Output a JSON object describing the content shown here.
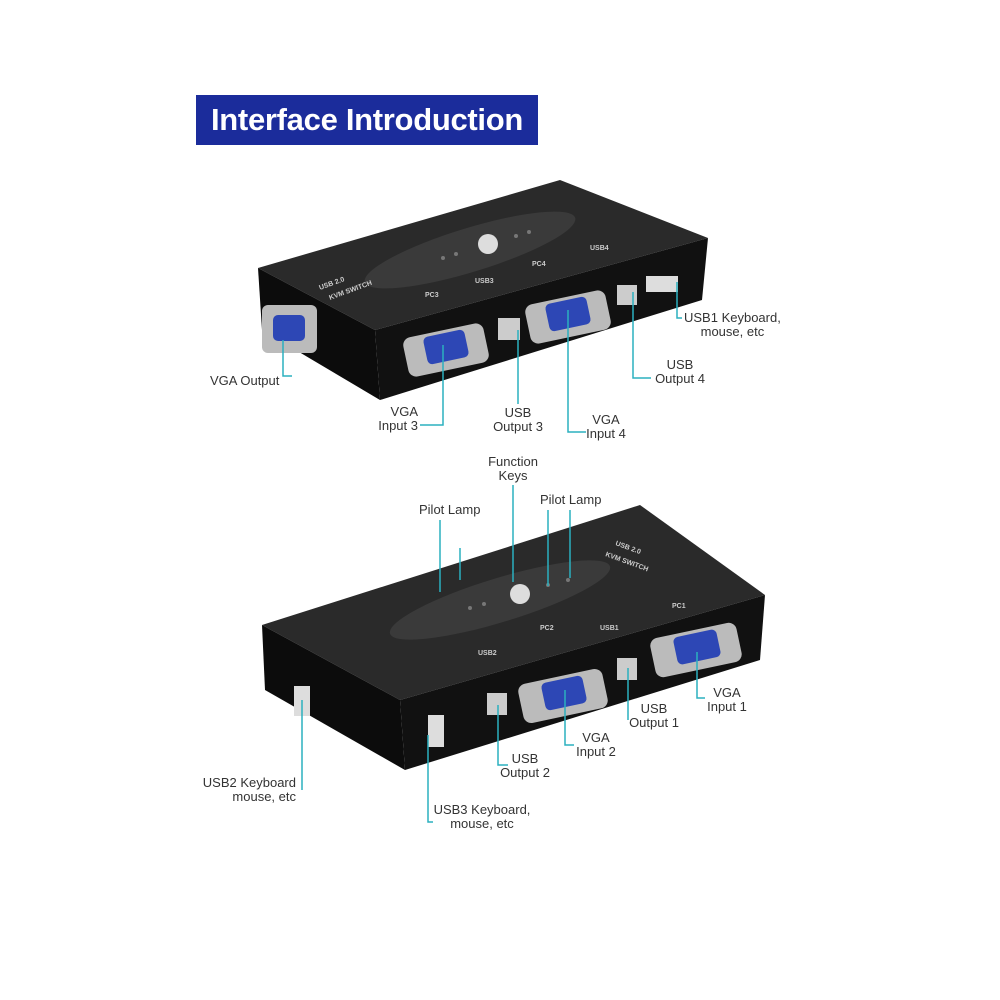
{
  "title": "Interface Introduction",
  "colors": {
    "title_bg": "#1b2c9b",
    "leader": "#2bb0bf",
    "device": "#151515",
    "vga": "#2d47b5"
  },
  "device_markings": {
    "top": [
      "USB 2.0",
      "KVM SWITCH",
      "PC3",
      "USB3",
      "PC4",
      "USB4"
    ],
    "bottom": [
      "USB 2.0",
      "KVM SWITCH",
      "PC1",
      "USB1",
      "PC2",
      "USB2"
    ]
  },
  "labels": {
    "vga_output": [
      "VGA Output"
    ],
    "vga_input_3": [
      "VGA",
      "Input 3"
    ],
    "usb_output_3": [
      "USB",
      "Output 3"
    ],
    "vga_input_4": [
      "VGA",
      "Input 4"
    ],
    "usb_output_4": [
      "USB",
      "Output 4"
    ],
    "usb1_keyboard": [
      "USB1 Keyboard,",
      "mouse, etc"
    ],
    "function_keys": [
      "Function",
      "Keys"
    ],
    "pilot_lamp_left": [
      "Pilot Lamp"
    ],
    "pilot_lamp_right": [
      "Pilot Lamp"
    ],
    "vga_input_1": [
      "VGA",
      "Input 1"
    ],
    "usb_output_1": [
      "USB",
      "Output 1"
    ],
    "vga_input_2": [
      "VGA",
      "Input 2"
    ],
    "usb_output_2": [
      "USB",
      "Output 2"
    ],
    "usb2_keyboard": [
      "USB2 Keyboard",
      "mouse, etc"
    ],
    "usb3_keyboard": [
      "USB3 Keyboard,",
      "mouse, etc"
    ]
  }
}
